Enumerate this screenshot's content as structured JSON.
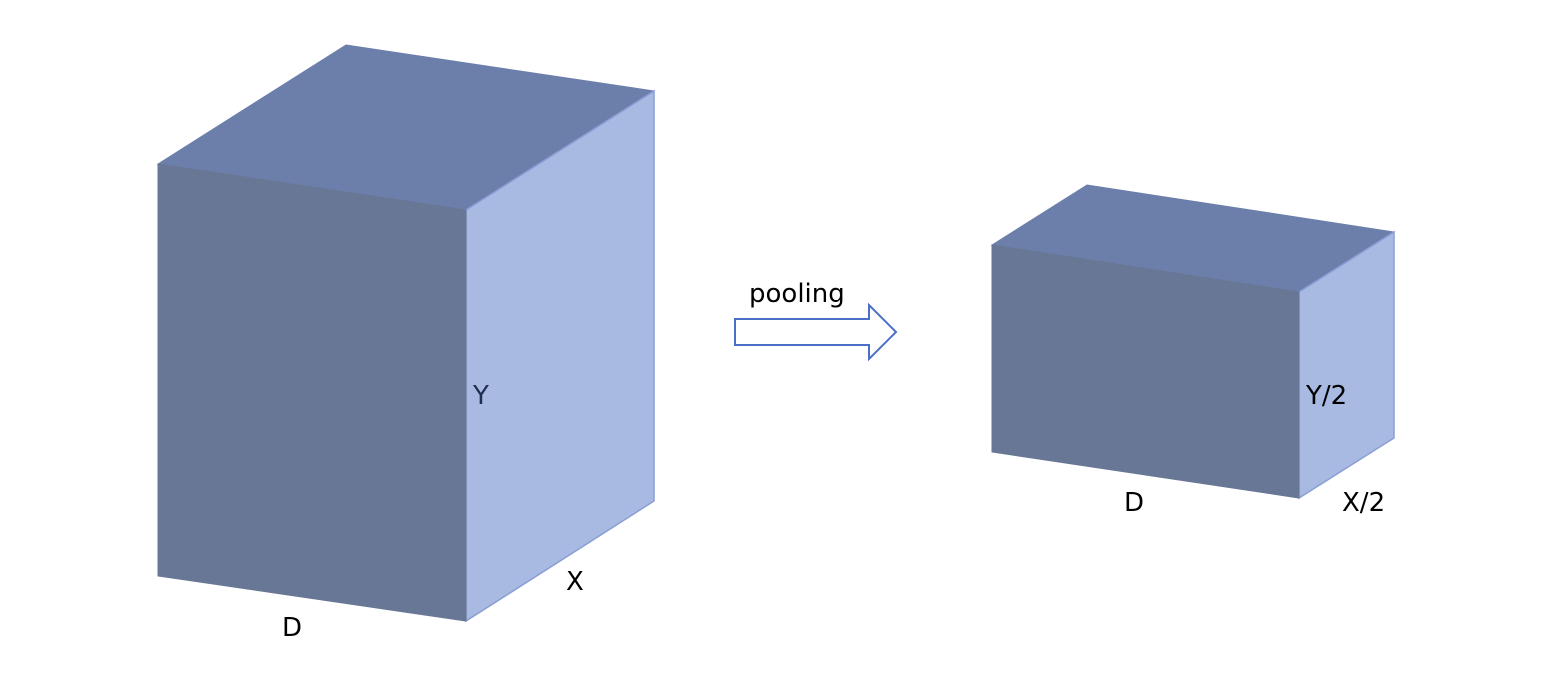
{
  "diagram": {
    "colors": {
      "front_face": "#687795",
      "top_face": "#6c7fab",
      "side_face": "#a8b9e2",
      "edge": "#8a9ed6",
      "arrow_stroke": "#4a6fc7",
      "arrow_fill": "#ffffff"
    },
    "input_volume": {
      "depth_label": "D",
      "height_label": "Y",
      "width_label": "X"
    },
    "operation": {
      "label": "pooling",
      "icon": "right-arrow-icon"
    },
    "output_volume": {
      "depth_label": "D",
      "height_label": "Y/2",
      "width_label": "X/2"
    }
  }
}
